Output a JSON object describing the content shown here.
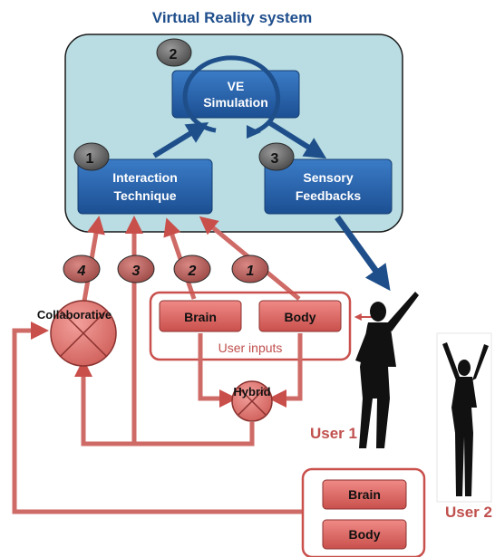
{
  "title": "Virtual Reality system",
  "vr_blocks": {
    "ve_line1": "VE",
    "ve_line2": "Simulation",
    "it_line1": "Interaction",
    "it_line2": "Technique",
    "sf_line1": "Sensory",
    "sf_line2": "Feedbacks"
  },
  "step_badges": [
    "1",
    "2",
    "3"
  ],
  "path_badges": [
    "4",
    "3",
    "2",
    "1"
  ],
  "user_inputs": {
    "brain": "Brain",
    "body": "Body",
    "label": "User inputs"
  },
  "nodes": {
    "collaborative": "Collaborative",
    "hybrid": "Hybrid"
  },
  "user2_inputs": {
    "brain": "Brain",
    "body": "Body"
  },
  "users": {
    "user1": "User 1",
    "user2": "User 2"
  },
  "colors": {
    "title": "#1f4e8c",
    "vr_box_fill": "#b9dde3",
    "blue_block": "#1f5fa8",
    "red": "#c0504d",
    "red_light": "#e07672",
    "badge": "#7a5a5a"
  }
}
